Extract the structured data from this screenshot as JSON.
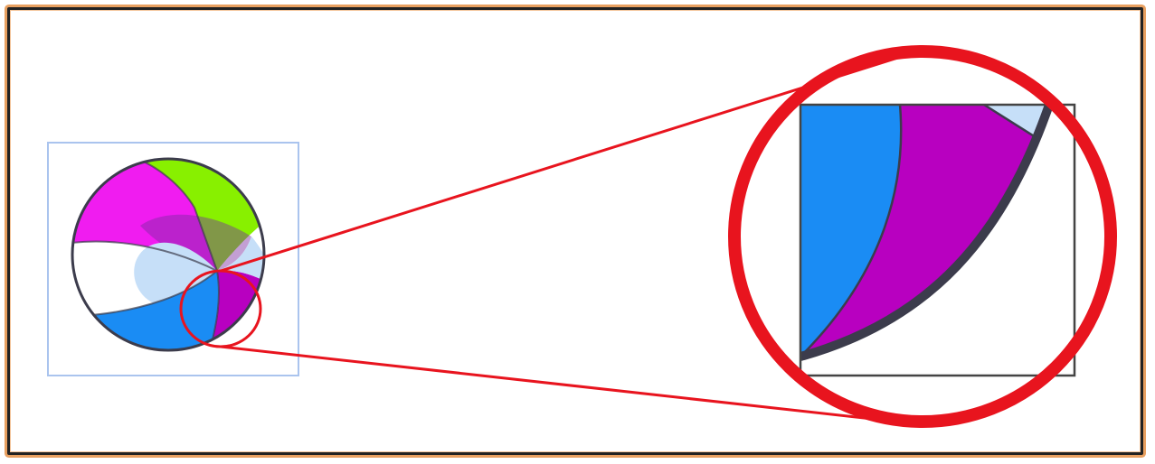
{
  "diagram": {
    "kind": "magnified-detail-callout",
    "subject": "beach-ball-icon",
    "colors": {
      "frame_outer": "#e8a060",
      "frame_inner": "#222222",
      "selection_box": "#aac4ee",
      "callout_red": "#e8141e",
      "blue": "#1a8cf4",
      "magenta": "#f01cf0",
      "purple": "#b800c0",
      "lime": "#88f000",
      "light_blue": "#c6dff8",
      "outline": "#3c3c4c"
    },
    "segments": [
      "magenta",
      "lime",
      "white",
      "light-blue",
      "blue",
      "purple"
    ]
  }
}
